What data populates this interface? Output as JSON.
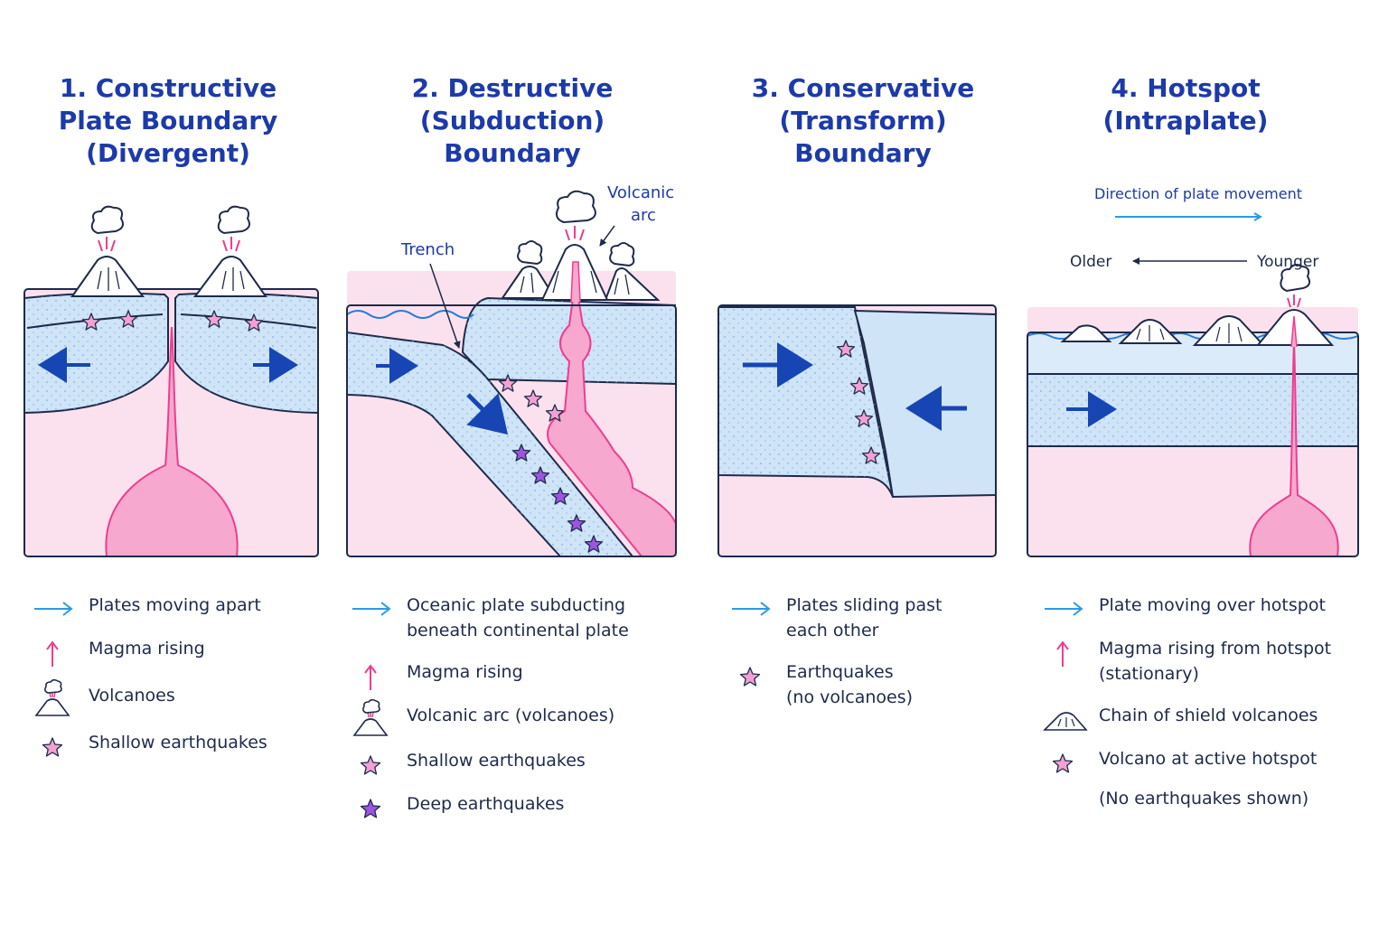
{
  "colors": {
    "title": "#1c3aa9",
    "plate": "#cfe4f7",
    "mantle": "#fbe1ee",
    "magma": "#f7a8cf",
    "magma_stroke": "#ee3d8f",
    "outline": "#1e2a4a",
    "arrow_dark": "#1746b4",
    "arrow_light": "#2a9be6",
    "star_pink": "#f1a1d2",
    "star_purple": "#9b55e0"
  },
  "panels": [
    {
      "id": "constructive",
      "title_lines": [
        "1. Constructive",
        "Plate Boundary",
        "(Divergent)"
      ],
      "legend": [
        {
          "icon": "light-arrow-icon",
          "lines": [
            "Plates moving apart"
          ]
        },
        {
          "icon": "up-arrow-icon",
          "lines": [
            "Magma rising"
          ]
        },
        {
          "icon": "volcano-icon",
          "lines": [
            "Volcanoes"
          ]
        },
        {
          "icon": "pink-star-icon",
          "lines": [
            "Shallow earthquakes"
          ]
        }
      ]
    },
    {
      "id": "destructive",
      "title_lines": [
        "2. Destructive",
        "(Subduction)",
        "Boundary"
      ],
      "labels": {
        "trench": "Trench",
        "volcanic_arc": [
          "Volcanic",
          "arc"
        ]
      },
      "legend": [
        {
          "icon": "light-arrow-icon",
          "lines": [
            "Oceanic plate subducting",
            "beneath continental plate"
          ]
        },
        {
          "icon": "up-arrow-icon",
          "lines": [
            "Magma rising"
          ]
        },
        {
          "icon": "volcano-icon",
          "lines": [
            "Volcanic arc (volcanoes)"
          ]
        },
        {
          "icon": "pink-star-icon",
          "lines": [
            "Shallow earthquakes"
          ]
        },
        {
          "icon": "purple-star-icon",
          "lines": [
            "Deep earthquakes"
          ]
        }
      ]
    },
    {
      "id": "conservative",
      "title_lines": [
        "3. Conservative",
        "(Transform)",
        "Boundary"
      ],
      "legend": [
        {
          "icon": "light-arrow-icon",
          "lines": [
            "Plates sliding past",
            "each other"
          ]
        },
        {
          "icon": "pink-star-icon",
          "lines": [
            "Earthquakes",
            "(no volcanoes)"
          ]
        }
      ]
    },
    {
      "id": "hotspot",
      "title_lines": [
        "4. Hotspot",
        "(Intraplate)"
      ],
      "labels": {
        "direction": "Direction of plate movement",
        "older": "Older",
        "younger": "Younger"
      },
      "legend": [
        {
          "icon": "light-arrow-icon",
          "lines": [
            "Plate moving over hotspot"
          ]
        },
        {
          "icon": "up-arrow-icon",
          "lines": [
            "Magma rising from hotspot",
            "(stationary)"
          ]
        },
        {
          "icon": "shield-volcano-icon",
          "lines": [
            "Chain of shield volcanoes"
          ]
        },
        {
          "icon": "pink-star-icon",
          "lines": [
            "Volcano at active hotspot"
          ]
        },
        {
          "icon": "",
          "lines": [
            "(No earthquakes shown)"
          ]
        }
      ]
    }
  ]
}
